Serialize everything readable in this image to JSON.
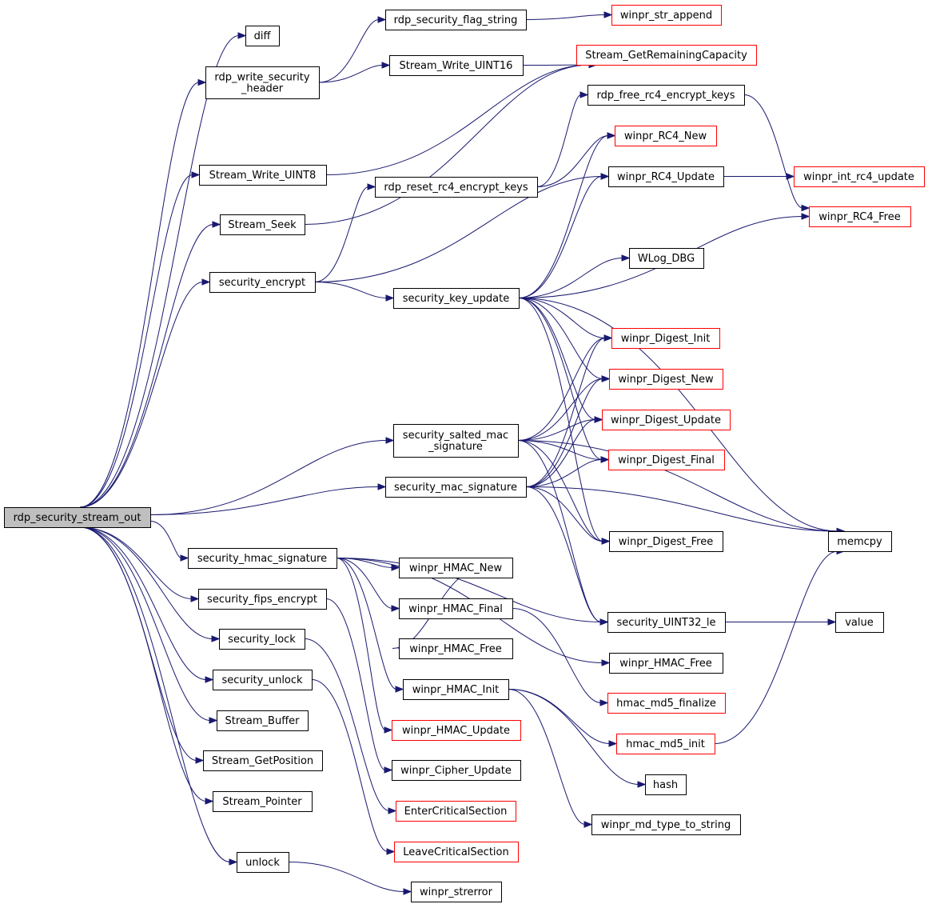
{
  "graph": {
    "nodes": {
      "root": {
        "label": "rdp_security_stream_out",
        "kind": "root"
      },
      "diff": {
        "label": "diff",
        "kind": "normal"
      },
      "rdp_security_flag_string": {
        "label": "rdp_security_flag_string",
        "kind": "normal"
      },
      "winpr_str_append": {
        "label": "winpr_str_append",
        "kind": "truncated"
      },
      "rdp_write_security_header": {
        "label": [
          "rdp_write_security",
          "_header"
        ],
        "kind": "normal"
      },
      "Stream_Write_UINT16": {
        "label": "Stream_Write_UINT16",
        "kind": "normal"
      },
      "Stream_GetRemainingCapacity": {
        "label": "Stream_GetRemainingCapacity",
        "kind": "truncated"
      },
      "rdp_free_rc4_encrypt_keys": {
        "label": "rdp_free_rc4_encrypt_keys",
        "kind": "normal"
      },
      "winpr_RC4_New": {
        "label": "winpr_RC4_New",
        "kind": "truncated"
      },
      "Stream_Write_UINT8": {
        "label": "Stream_Write_UINT8",
        "kind": "normal"
      },
      "rdp_reset_rc4_encrypt_keys": {
        "label": "rdp_reset_rc4_encrypt_keys",
        "kind": "normal"
      },
      "winpr_RC4_Update": {
        "label": "winpr_RC4_Update",
        "kind": "normal"
      },
      "winpr_int_rc4_update": {
        "label": "winpr_int_rc4_update",
        "kind": "truncated"
      },
      "Stream_Seek": {
        "label": "Stream_Seek",
        "kind": "normal"
      },
      "winpr_RC4_Free": {
        "label": "winpr_RC4_Free",
        "kind": "truncated"
      },
      "WLog_DBG": {
        "label": "WLog_DBG",
        "kind": "normal"
      },
      "security_encrypt": {
        "label": "security_encrypt",
        "kind": "normal"
      },
      "security_key_update": {
        "label": "security_key_update",
        "kind": "normal"
      },
      "winpr_Digest_Init": {
        "label": "winpr_Digest_Init",
        "kind": "truncated"
      },
      "winpr_Digest_New": {
        "label": "winpr_Digest_New",
        "kind": "truncated"
      },
      "winpr_Digest_Update": {
        "label": "winpr_Digest_Update",
        "kind": "truncated"
      },
      "security_salted_mac_signature": {
        "label": [
          "security_salted_mac",
          "_signature"
        ],
        "kind": "normal"
      },
      "winpr_Digest_Final": {
        "label": "winpr_Digest_Final",
        "kind": "truncated"
      },
      "security_mac_signature": {
        "label": "security_mac_signature",
        "kind": "normal"
      },
      "winpr_Digest_Free": {
        "label": "winpr_Digest_Free",
        "kind": "normal"
      },
      "memcpy": {
        "label": "memcpy",
        "kind": "normal"
      },
      "security_hmac_signature": {
        "label": "security_hmac_signature",
        "kind": "normal"
      },
      "winpr_HMAC_New": {
        "label": "winpr_HMAC_New",
        "kind": "normal"
      },
      "security_fips_encrypt": {
        "label": "security_fips_encrypt",
        "kind": "normal"
      },
      "winpr_HMAC_Final": {
        "label": "winpr_HMAC_Final",
        "kind": "normal"
      },
      "security_UINT32_le": {
        "label": "security_UINT32_le",
        "kind": "normal"
      },
      "value": {
        "label": "value",
        "kind": "normal"
      },
      "security_lock": {
        "label": "security_lock",
        "kind": "normal"
      },
      "winpr_HMAC_Free_a": {
        "label": "winpr_HMAC_Free",
        "kind": "normal"
      },
      "winpr_HMAC_Free_b": {
        "label": "winpr_HMAC_Free",
        "kind": "normal"
      },
      "security_unlock": {
        "label": "security_unlock",
        "kind": "normal"
      },
      "winpr_HMAC_Init": {
        "label": "winpr_HMAC_Init",
        "kind": "normal"
      },
      "hmac_md5_finalize": {
        "label": "hmac_md5_finalize",
        "kind": "truncated"
      },
      "Stream_Buffer": {
        "label": "Stream_Buffer",
        "kind": "normal"
      },
      "winpr_HMAC_Update": {
        "label": "winpr_HMAC_Update",
        "kind": "truncated"
      },
      "hmac_md5_init": {
        "label": "hmac_md5_init",
        "kind": "truncated"
      },
      "Stream_GetPosition": {
        "label": "Stream_GetPosition",
        "kind": "normal"
      },
      "winpr_Cipher_Update": {
        "label": "winpr_Cipher_Update",
        "kind": "normal"
      },
      "hash": {
        "label": "hash",
        "kind": "normal"
      },
      "Stream_Pointer": {
        "label": "Stream_Pointer",
        "kind": "normal"
      },
      "EnterCriticalSection": {
        "label": "EnterCriticalSection",
        "kind": "truncated"
      },
      "winpr_md_type_to_string": {
        "label": "winpr_md_type_to_string",
        "kind": "normal"
      },
      "unlock": {
        "label": "unlock",
        "kind": "normal"
      },
      "LeaveCriticalSection": {
        "label": "LeaveCriticalSection",
        "kind": "truncated"
      },
      "winpr_strerror": {
        "label": "winpr_strerror",
        "kind": "normal"
      }
    },
    "edges": [
      [
        "root",
        "diff"
      ],
      [
        "root",
        "rdp_write_security_header"
      ],
      [
        "root",
        "Stream_Write_UINT8"
      ],
      [
        "root",
        "Stream_Seek"
      ],
      [
        "root",
        "security_encrypt"
      ],
      [
        "root",
        "security_salted_mac_signature"
      ],
      [
        "root",
        "security_mac_signature"
      ],
      [
        "root",
        "security_hmac_signature"
      ],
      [
        "root",
        "security_fips_encrypt"
      ],
      [
        "root",
        "security_lock"
      ],
      [
        "root",
        "security_unlock"
      ],
      [
        "root",
        "Stream_Buffer"
      ],
      [
        "root",
        "Stream_GetPosition"
      ],
      [
        "root",
        "Stream_Pointer"
      ],
      [
        "root",
        "unlock"
      ],
      [
        "rdp_write_security_header",
        "rdp_security_flag_string"
      ],
      [
        "rdp_write_security_header",
        "Stream_Write_UINT16"
      ],
      [
        "rdp_security_flag_string",
        "winpr_str_append"
      ],
      [
        "Stream_Write_UINT16",
        "Stream_GetRemainingCapacity"
      ],
      [
        "Stream_Write_UINT8",
        "Stream_GetRemainingCapacity"
      ],
      [
        "Stream_Seek",
        "Stream_GetRemainingCapacity"
      ],
      [
        "security_encrypt",
        "rdp_reset_rc4_encrypt_keys"
      ],
      [
        "security_encrypt",
        "security_key_update"
      ],
      [
        "security_encrypt",
        "winpr_RC4_Update"
      ],
      [
        "rdp_reset_rc4_encrypt_keys",
        "rdp_free_rc4_encrypt_keys"
      ],
      [
        "rdp_reset_rc4_encrypt_keys",
        "winpr_RC4_New"
      ],
      [
        "rdp_free_rc4_encrypt_keys",
        "winpr_RC4_Free"
      ],
      [
        "winpr_RC4_Update",
        "winpr_int_rc4_update"
      ],
      [
        "security_key_update",
        "winpr_RC4_New"
      ],
      [
        "security_key_update",
        "winpr_RC4_Update"
      ],
      [
        "security_key_update",
        "winpr_RC4_Free"
      ],
      [
        "security_key_update",
        "WLog_DBG"
      ],
      [
        "security_key_update",
        "memcpy"
      ],
      [
        "security_key_update",
        "winpr_Digest_Init"
      ],
      [
        "security_key_update",
        "winpr_Digest_New"
      ],
      [
        "security_key_update",
        "winpr_Digest_Update"
      ],
      [
        "security_key_update",
        "winpr_Digest_Final"
      ],
      [
        "security_key_update",
        "winpr_Digest_Free"
      ],
      [
        "security_salted_mac_signature",
        "winpr_Digest_Init"
      ],
      [
        "security_salted_mac_signature",
        "winpr_Digest_New"
      ],
      [
        "security_salted_mac_signature",
        "winpr_Digest_Update"
      ],
      [
        "security_salted_mac_signature",
        "winpr_Digest_Final"
      ],
      [
        "security_salted_mac_signature",
        "winpr_Digest_Free"
      ],
      [
        "security_salted_mac_signature",
        "memcpy"
      ],
      [
        "security_salted_mac_signature",
        "security_UINT32_le"
      ],
      [
        "security_mac_signature",
        "winpr_Digest_Init"
      ],
      [
        "security_mac_signature",
        "winpr_Digest_New"
      ],
      [
        "security_mac_signature",
        "winpr_Digest_Update"
      ],
      [
        "security_mac_signature",
        "winpr_Digest_Final"
      ],
      [
        "security_mac_signature",
        "winpr_Digest_Free"
      ],
      [
        "security_mac_signature",
        "memcpy"
      ],
      [
        "security_mac_signature",
        "security_UINT32_le"
      ],
      [
        "security_hmac_signature",
        "winpr_HMAC_New"
      ],
      [
        "security_hmac_signature",
        "winpr_HMAC_Final"
      ],
      [
        "security_hmac_signature",
        "winpr_HMAC_Free_b"
      ],
      [
        "security_hmac_signature",
        "winpr_HMAC_Init"
      ],
      [
        "security_hmac_signature",
        "winpr_HMAC_Update"
      ],
      [
        "security_hmac_signature",
        "security_UINT32_le"
      ],
      [
        "winpr_HMAC_New",
        "winpr_HMAC_Free_a"
      ],
      [
        "winpr_HMAC_Final",
        "hmac_md5_finalize"
      ],
      [
        "winpr_HMAC_Init",
        "hmac_md5_init"
      ],
      [
        "winpr_HMAC_Init",
        "hash"
      ],
      [
        "winpr_HMAC_Init",
        "winpr_md_type_to_string"
      ],
      [
        "hmac_md5_init",
        "memcpy"
      ],
      [
        "security_UINT32_le",
        "value"
      ],
      [
        "security_fips_encrypt",
        "winpr_Cipher_Update"
      ],
      [
        "security_lock",
        "EnterCriticalSection"
      ],
      [
        "security_unlock",
        "LeaveCriticalSection"
      ],
      [
        "unlock",
        "winpr_strerror"
      ]
    ],
    "colors": {
      "edge": "#191970",
      "root_fill": "#bfbfbf",
      "truncated_border": "#ff0000",
      "normal_border": "#000000",
      "fill": "#ffffff"
    }
  }
}
